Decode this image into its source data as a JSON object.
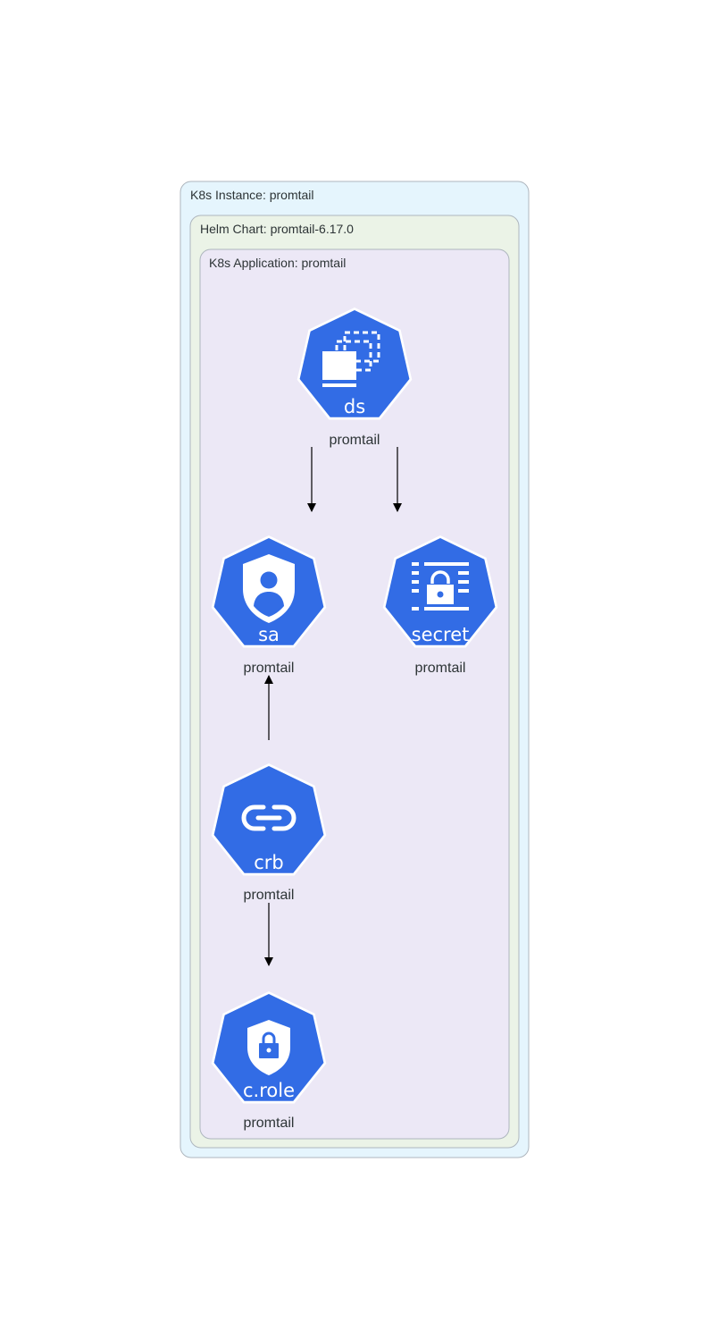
{
  "clusters": {
    "instance": {
      "label": "K8s Instance: promtail",
      "fill": "#e5f5fd"
    },
    "chart": {
      "label": "Helm Chart: promtail-6.17.0",
      "fill": "#ebf3e7"
    },
    "application": {
      "label": "K8s Application: promtail",
      "fill": "#ece8f6"
    }
  },
  "colors": {
    "node": "#326ce5",
    "border": "#aeb6be",
    "edge": "#000000"
  },
  "nodes": {
    "ds": {
      "kind": "ds",
      "icon": "daemonset-icon",
      "label": "promtail"
    },
    "sa": {
      "kind": "sa",
      "icon": "service-account-icon",
      "label": "promtail"
    },
    "secret": {
      "kind": "secret",
      "icon": "secret-icon",
      "label": "promtail"
    },
    "crb": {
      "kind": "crb",
      "icon": "cluster-role-binding-icon",
      "label": "promtail"
    },
    "crole": {
      "kind": "c.role",
      "icon": "cluster-role-icon",
      "label": "promtail"
    }
  },
  "edges": [
    {
      "from": "ds",
      "to": "sa"
    },
    {
      "from": "ds",
      "to": "secret"
    },
    {
      "from": "crb",
      "to": "sa"
    },
    {
      "from": "crb",
      "to": "crole"
    }
  ]
}
